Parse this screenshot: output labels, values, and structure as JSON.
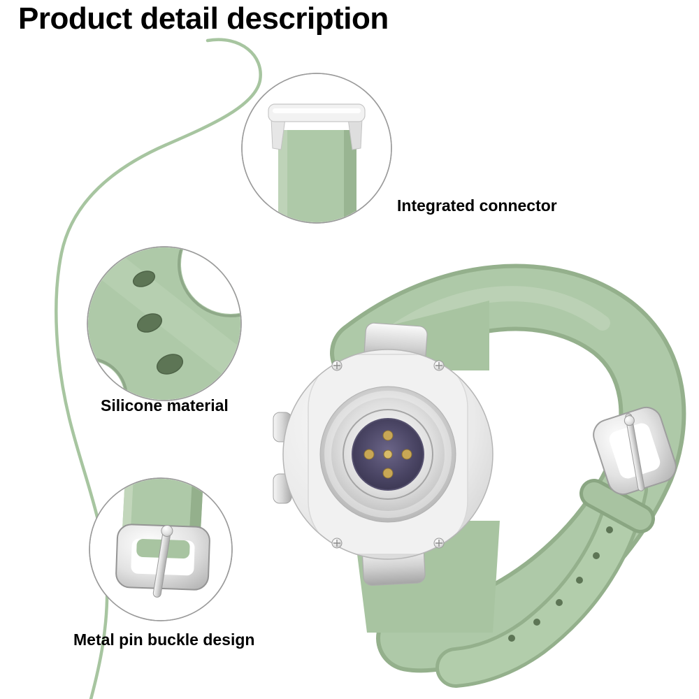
{
  "title": "Product detail description",
  "callouts": [
    {
      "id": "integrated-connector",
      "label": "Integrated connector"
    },
    {
      "id": "silicone-material",
      "label": "Silicone material"
    },
    {
      "id": "metal-pin-buckle-design",
      "label": "Metal pin buckle design"
    }
  ],
  "product_features_shown": [
    "integrated-connector-closeup",
    "silicone-strap-holes-closeup",
    "metal-pin-buckle-closeup",
    "smartwatch-back-with-green-silicone-band"
  ],
  "colors": {
    "background": "#ffffff",
    "text": "#000000",
    "curve_line": "#a7c5a0",
    "circle_border": "#9a9a9a",
    "strap_green": "#aec9a8",
    "strap_green_mid": "#a8c4a1",
    "strap_green_dark": "#94b08c",
    "strap_green_light": "#c2d6bb",
    "strap_green_tongue": "#b2cdab",
    "hole_green": "#5d7555",
    "silver_light": "#f2f2f2",
    "silver_dark": "#a9a9a9",
    "sensor_dark_purple": "#474360",
    "screw_gold": "#c8a755"
  }
}
